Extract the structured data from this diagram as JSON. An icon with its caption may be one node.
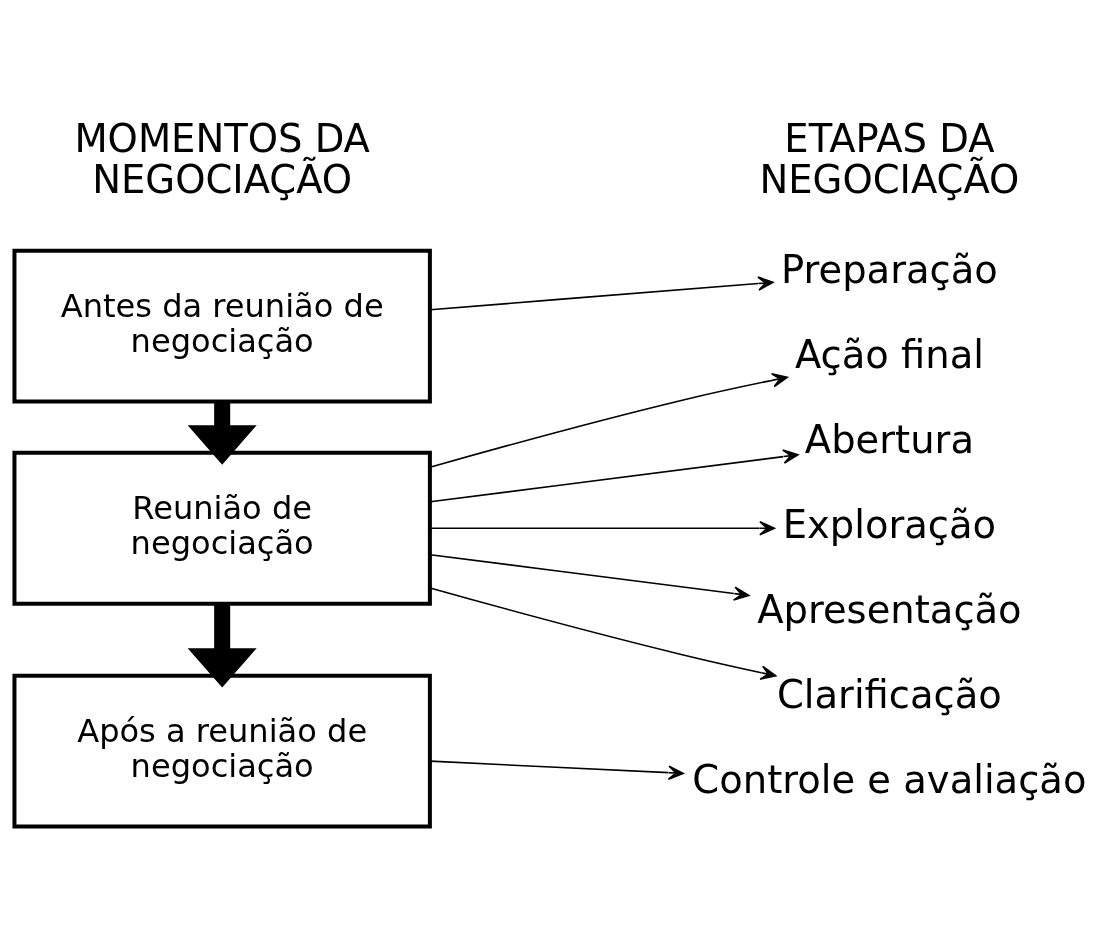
{
  "diagram": {
    "nodes": [
      {
        "text": [
          "Antes da reunião de negociação"
        ]
      },
      {
        "text": [
          "Reunião de negociação"
        ]
      },
      {
        "text": [
          "Após a reunião de negociação"
        ]
      },
      {
        "text": [
          "Preparação"
        ]
      },
      {
        "text": [
          "Abertura"
        ]
      },
      {
        "text": [
          "Exploração"
        ]
      },
      {
        "text": [
          "Apresentação"
        ]
      },
      {
        "text": [
          "Clarificação"
        ]
      },
      {
        "text": [
          "Ação final"
        ]
      },
      {
        "text": [
          "Controle e avaliação"
        ]
      }
    ],
    "edges": [
      {
        "from": 0,
        "to": 3,
        "arrow": "to"
      },
      {
        "from": 0,
        "to": 1,
        "arrow": "to",
        "style": "thick"
      },
      {
        "from": 1,
        "to": 4,
        "arrow": "to"
      },
      {
        "from": 1,
        "to": 5,
        "arrow": "to"
      },
      {
        "from": 1,
        "to": 6,
        "arrow": "to"
      },
      {
        "from": 1,
        "to": 7,
        "arrow": "to"
      },
      {
        "from": 1,
        "to": 8,
        "arrow": "to"
      },
      {
        "from": 1,
        "to": 2,
        "arrow": "to",
        "style": "thick"
      },
      {
        "from": 2,
        "to": 9,
        "arrow": "to"
      }
    ],
    "labels": [
      "MOMENTOS DA NEGOCIAÇÃO",
      "ETAPAS DA NEGOCIAÇÃO"
    ]
  }
}
